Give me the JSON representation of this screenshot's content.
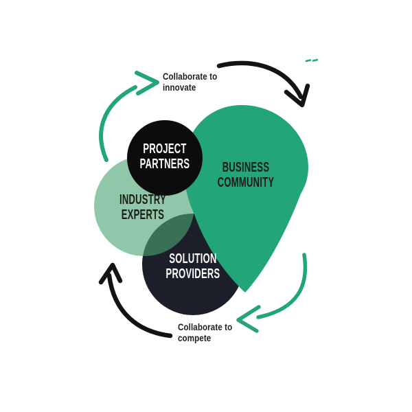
{
  "diagram": {
    "background": "#ffffff",
    "colors": {
      "green": "#22a578",
      "sage_fill": "rgba(74,165,115,0.62)",
      "sage_flat": "#8ec7a7",
      "dark_navy": "#1c1e29",
      "black": "#0c0c0e",
      "ink": "#131313",
      "text_dark": "#1e1e1e",
      "text_light": "#ffffff"
    },
    "nodes": {
      "project_partners": {
        "label": "PROJECT\nPARTNERS",
        "shape": "circle",
        "color_key": "black"
      },
      "business_community": {
        "label": "BUSINESS\nCOMMUNITY",
        "shape": "teardrop",
        "color_key": "green"
      },
      "industry_experts": {
        "label": "INDUSTRY\nEXPERTS",
        "shape": "circle",
        "color_key": "sage_fill"
      },
      "solution_providers": {
        "label": "SOLUTION\nPROVIDERS",
        "shape": "circle",
        "color_key": "dark_navy"
      }
    },
    "annotations": {
      "innovate": {
        "text": "Collaborate to\ninnovate"
      },
      "compete": {
        "text": "Collaborate to\ncompete"
      }
    },
    "arrows": [
      {
        "id": "arrow-top-left",
        "color_key": "green",
        "direction": "up-right",
        "meaning": "cycle toward Collaborate to innovate"
      },
      {
        "id": "arrow-top-right",
        "color_key": "ink",
        "direction": "down-right",
        "meaning": "cycle into Business Community"
      },
      {
        "id": "arrow-bottom-right",
        "color_key": "green",
        "direction": "down-left",
        "meaning": "cycle toward Collaborate to compete"
      },
      {
        "id": "arrow-bottom-left",
        "color_key": "ink",
        "direction": "up-left",
        "meaning": "cycle back toward Industry Experts"
      }
    ]
  }
}
